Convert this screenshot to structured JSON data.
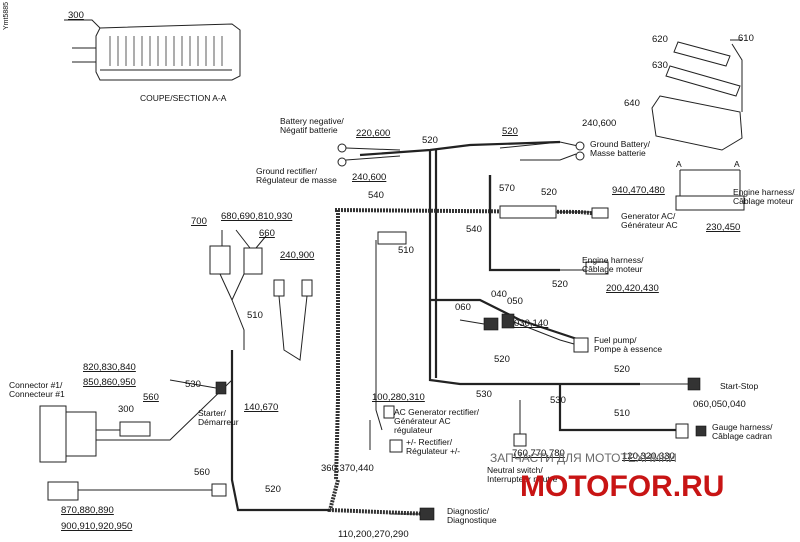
{
  "side_id": "Ymt5885",
  "section": {
    "callout": "300",
    "caption": "COUPE/SECTION A-A"
  },
  "ignition": {
    "callouts": [
      "620",
      "610",
      "630",
      "640"
    ],
    "section_marks": [
      "A",
      "A"
    ]
  },
  "labels": {
    "battery_negative": [
      "Battery negative/",
      "Négatif batterie"
    ],
    "ground_battery": [
      "Ground Battery/",
      "Masse batterie"
    ],
    "ground_rectifier": [
      "Ground rectifier/",
      "Régulateur de masse"
    ],
    "engine_harness_top": [
      "Engine harness/",
      "Câblage moteur"
    ],
    "generator_ac": [
      "Generator AC/",
      "Générateur AC"
    ],
    "engine_harness_mid": [
      "Engine harness/",
      "Câblage moteur"
    ],
    "fuel_pump": [
      "Fuel pump/",
      "Pompe à essence"
    ],
    "start_stop": [
      "Start-Stop"
    ],
    "gauge_harness": [
      "Gauge harness/",
      "Câblage cadran"
    ],
    "neutral_switch": [
      "Neutral switch/",
      "Interrupteur neutre"
    ],
    "rectifier": [
      "+/- Rectifier/",
      "Régulateur +/-"
    ],
    "ac_generator_rectifier": [
      "AC Generator rectifier/",
      "Générateur AC",
      "régulateur"
    ],
    "diagnostic": [
      "Diagnostic/",
      "Diagnostique"
    ],
    "starter": [
      "Starter/",
      "Démarreur"
    ],
    "connector_1": [
      "Connector #1/",
      "Connecteur #1"
    ]
  },
  "callouts": {
    "c220_600": "220,600",
    "c520_top": "520",
    "c520_right": "520",
    "c240_600_right": "240,600",
    "c240_600_left": "240,600",
    "c540": "540",
    "c570": "570",
    "c520_gen": "520",
    "c940_470_480": "940,470,480",
    "c230_450": "230,450",
    "c700": "700",
    "c680_690": "680,690,810,930",
    "c660": "660",
    "c240_900": "240,900",
    "c510_top": "510",
    "c540_mid": "540",
    "c520_mid": "520",
    "c200_420_430": "200,420,430",
    "c040": "040",
    "c050": "050",
    "c060": "060",
    "c030_140": "030,140",
    "c520_fuel": "520",
    "c510_left": "510",
    "c820_830": "820,830,840",
    "c850_860": "850,860,950",
    "c530_left": "530",
    "c300": "300",
    "c560_top": "560",
    "c140_670": "140,670",
    "c520_ss": "520",
    "c060_050": "060,050,040",
    "c530_mid": "530",
    "c530_right": "530",
    "c100_280": "100,280,310",
    "c510_gauge": "510",
    "c760_770": "760,770,780",
    "c120_320": "120,320,330",
    "c360_370": "360,370,440",
    "c560_bot": "560",
    "c520_bot": "520",
    "c870_880": "870,880,890",
    "c900_910": "900,910,920,950",
    "c110_200": "110,200,270,290"
  },
  "watermark": {
    "text": "ЗАПЧАСТИ ДЛЯ МОТОТЕХНИКИ",
    "logo": "MOTOFOR.RU"
  }
}
